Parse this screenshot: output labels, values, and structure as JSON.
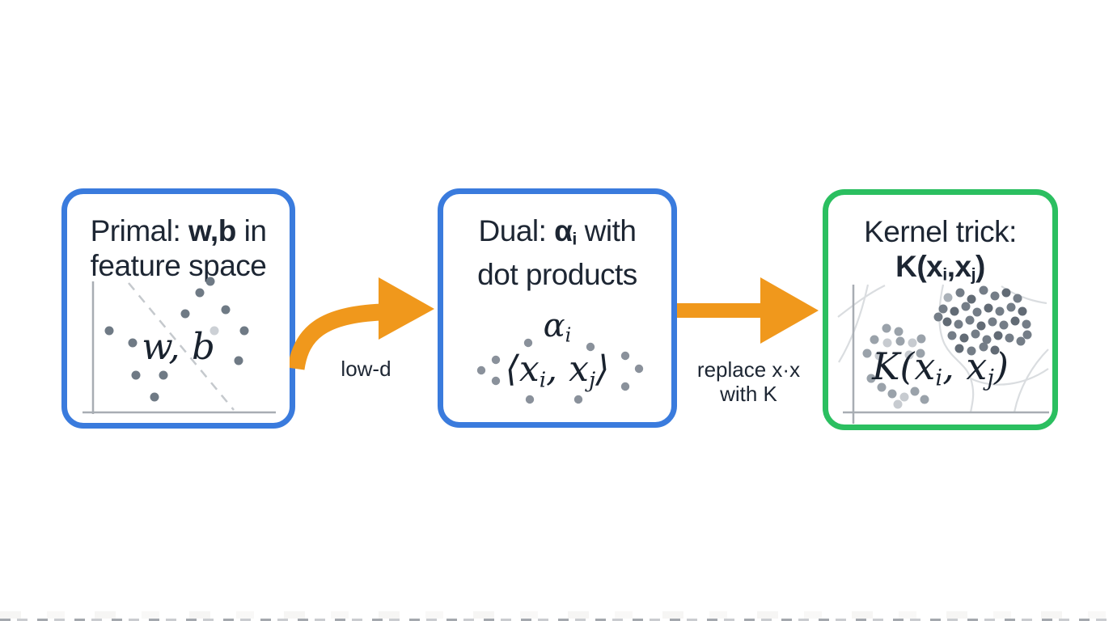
{
  "colors": {
    "box_blue": "#3a7bdd",
    "box_green": "#2bbf60",
    "arrow_orange": "#f0981c",
    "text_dark": "#1d2633",
    "math_dark": "#19222e",
    "dot_gray": "#6f7a85",
    "axis_gray": "#a8adb3"
  },
  "boxes": {
    "primal": {
      "title_pre": "Primal: ",
      "title_bold": "w,b",
      "title_post": " in",
      "title_line2": "feature space",
      "math_label": "w, b"
    },
    "dual": {
      "title_pre": "Dual: ",
      "title_bold_main": "α",
      "title_bold_sub": "i",
      "title_post": " with",
      "title_line2": "dot products",
      "math_alpha_main": "α",
      "math_alpha_sub": "i",
      "math_inner_p1": "⟨x",
      "math_inner_s1": "i",
      "math_inner_p2": ", x",
      "math_inner_s2": "j",
      "math_inner_p3": "⟩"
    },
    "kernel": {
      "title_line1": "Kernel trick:",
      "title_bold_p1": "K(x",
      "title_bold_s1": "i",
      "title_bold_p2": ",x",
      "title_bold_s2": "j",
      "title_bold_p3": ")",
      "math_p1": "K(x",
      "math_s1": "i",
      "math_p2": ", x",
      "math_s2": "j",
      "math_p3": ")"
    }
  },
  "arrows": {
    "low_d": {
      "label": "low-d"
    },
    "replace": {
      "label_line1": "replace x·x",
      "label_line2": "with K"
    }
  }
}
